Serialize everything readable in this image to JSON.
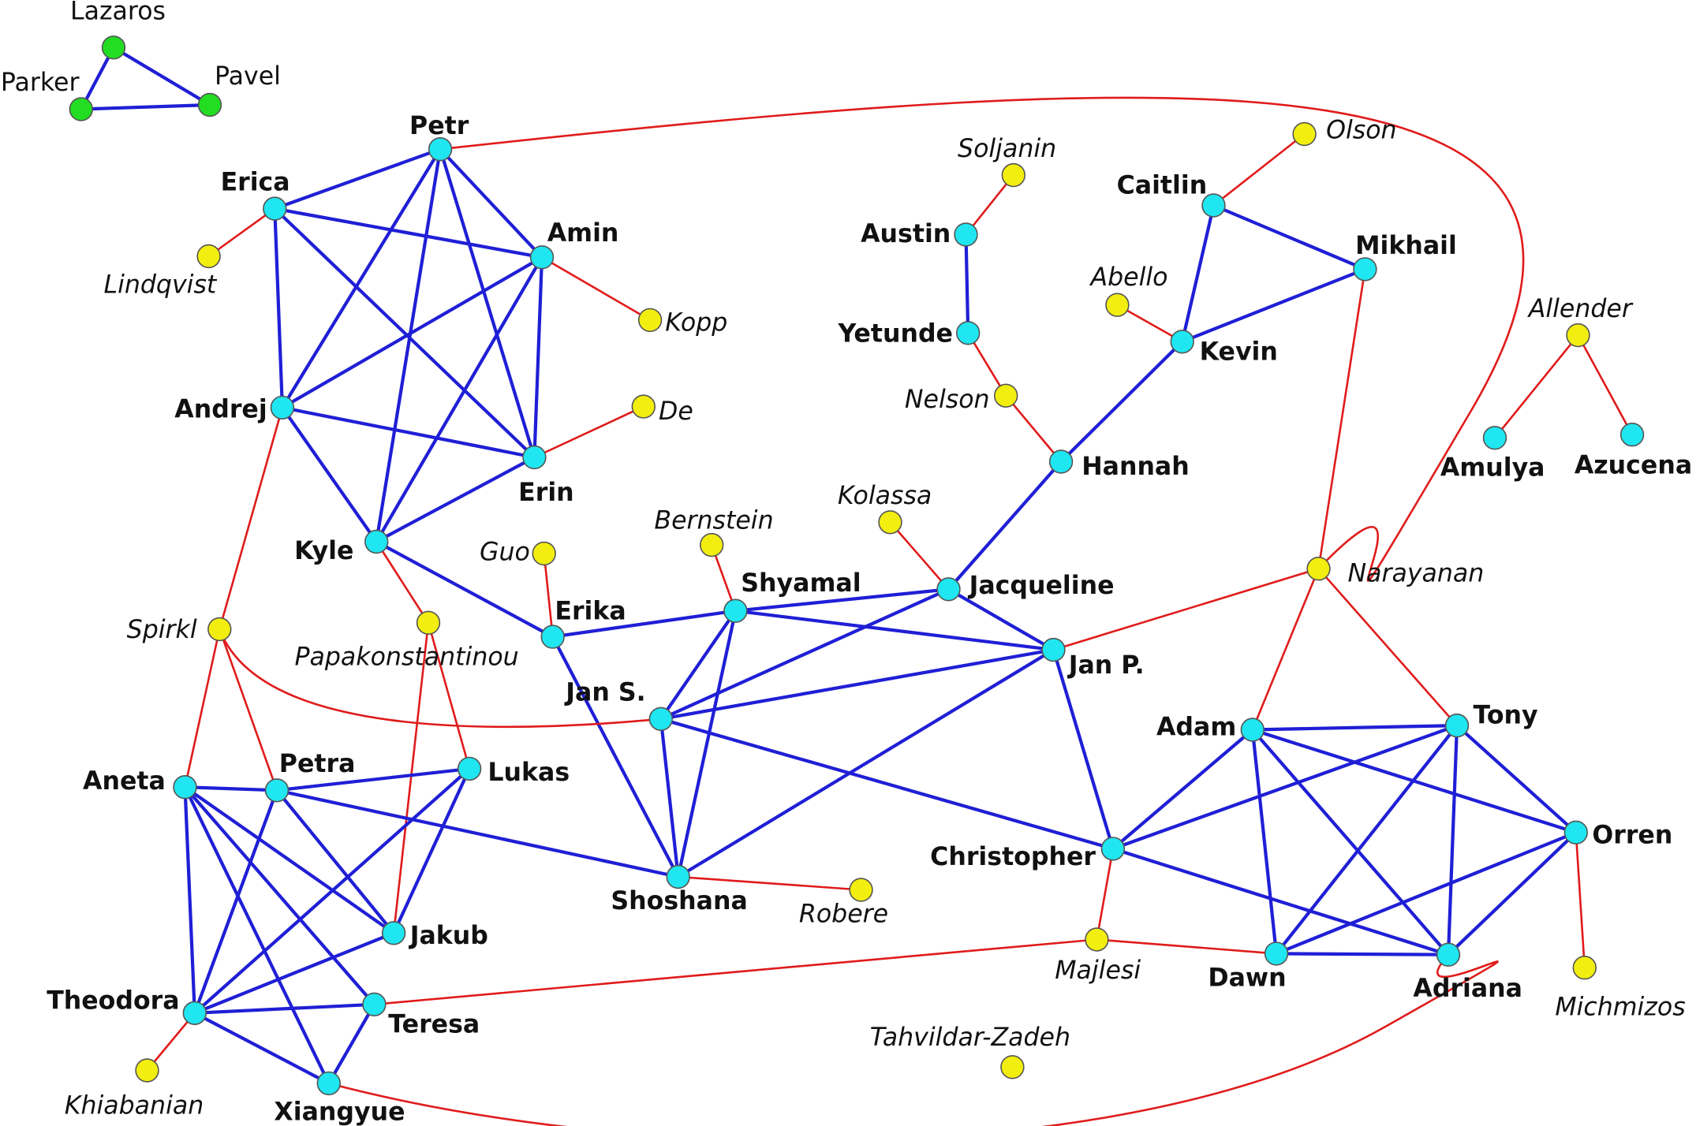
{
  "colors": {
    "blue_edge": "#1f1fd6",
    "red_edge": "#e01b1b",
    "cyan_node": "#1fe6f0",
    "yellow_node": "#f2ee0f",
    "green_node": "#22dd22",
    "node_stroke": "#555555"
  },
  "nodes": [
    {
      "id": "lazaros",
      "label": "Lazaros",
      "kind": "green"
    },
    {
      "id": "parker",
      "label": "Parker",
      "kind": "green"
    },
    {
      "id": "pavel",
      "label": "Pavel",
      "kind": "green"
    },
    {
      "id": "petr",
      "label": "Petr",
      "kind": "cyan"
    },
    {
      "id": "erica",
      "label": "Erica",
      "kind": "cyan"
    },
    {
      "id": "amin",
      "label": "Amin",
      "kind": "cyan"
    },
    {
      "id": "andrej",
      "label": "Andrej",
      "kind": "cyan"
    },
    {
      "id": "erin",
      "label": "Erin",
      "kind": "cyan"
    },
    {
      "id": "kyle",
      "label": "Kyle",
      "kind": "cyan"
    },
    {
      "id": "lindqvist",
      "label": "Lindqvist",
      "kind": "yellow"
    },
    {
      "id": "kopp",
      "label": "Kopp",
      "kind": "yellow"
    },
    {
      "id": "de",
      "label": "De",
      "kind": "yellow"
    },
    {
      "id": "spirkl",
      "label": "Spirkl",
      "kind": "yellow"
    },
    {
      "id": "papakonstantinou",
      "label": "Papakonstantinou",
      "kind": "yellow"
    },
    {
      "id": "guo",
      "label": "Guo",
      "kind": "yellow"
    },
    {
      "id": "erika",
      "label": "Erika",
      "kind": "cyan"
    },
    {
      "id": "bernstein",
      "label": "Bernstein",
      "kind": "yellow"
    },
    {
      "id": "shyamal",
      "label": "Shyamal",
      "kind": "cyan"
    },
    {
      "id": "kolassa",
      "label": "Kolassa",
      "kind": "yellow"
    },
    {
      "id": "jacqueline",
      "label": "Jacqueline",
      "kind": "cyan"
    },
    {
      "id": "jans",
      "label": "Jan S.",
      "kind": "cyan"
    },
    {
      "id": "janp",
      "label": "Jan P.",
      "kind": "cyan"
    },
    {
      "id": "shoshana",
      "label": "Shoshana",
      "kind": "cyan"
    },
    {
      "id": "robere",
      "label": "Robere",
      "kind": "yellow"
    },
    {
      "id": "soljanin",
      "label": "Soljanin",
      "kind": "yellow"
    },
    {
      "id": "austin",
      "label": "Austin",
      "kind": "cyan"
    },
    {
      "id": "yetunde",
      "label": "Yetunde",
      "kind": "cyan"
    },
    {
      "id": "nelson",
      "label": "Nelson",
      "kind": "yellow"
    },
    {
      "id": "hannah",
      "label": "Hannah",
      "kind": "cyan"
    },
    {
      "id": "olson",
      "label": "Olson",
      "kind": "yellow"
    },
    {
      "id": "caitlin",
      "label": "Caitlin",
      "kind": "cyan"
    },
    {
      "id": "abello",
      "label": "Abello",
      "kind": "yellow"
    },
    {
      "id": "kevin",
      "label": "Kevin",
      "kind": "cyan"
    },
    {
      "id": "mikhail",
      "label": "Mikhail",
      "kind": "cyan"
    },
    {
      "id": "allender",
      "label": "Allender",
      "kind": "yellow"
    },
    {
      "id": "amulya",
      "label": "Amulya",
      "kind": "cyan"
    },
    {
      "id": "azucena",
      "label": "Azucena",
      "kind": "cyan"
    },
    {
      "id": "narayanan",
      "label": "Narayanan",
      "kind": "yellow"
    },
    {
      "id": "adam",
      "label": "Adam",
      "kind": "cyan"
    },
    {
      "id": "tony",
      "label": "Tony",
      "kind": "cyan"
    },
    {
      "id": "orren",
      "label": "Orren",
      "kind": "cyan"
    },
    {
      "id": "christopher",
      "label": "Christopher",
      "kind": "cyan"
    },
    {
      "id": "majlesi",
      "label": "Majlesi",
      "kind": "yellow"
    },
    {
      "id": "dawn",
      "label": "Dawn",
      "kind": "cyan"
    },
    {
      "id": "adriana",
      "label": "Adriana",
      "kind": "cyan"
    },
    {
      "id": "michmizos",
      "label": "Michmizos",
      "kind": "yellow"
    },
    {
      "id": "tahvildar",
      "label": "Tahvildar-Zadeh",
      "kind": "yellow"
    },
    {
      "id": "aneta",
      "label": "Aneta",
      "kind": "cyan"
    },
    {
      "id": "petra",
      "label": "Petra",
      "kind": "cyan"
    },
    {
      "id": "lukas",
      "label": "Lukas",
      "kind": "cyan"
    },
    {
      "id": "jakub",
      "label": "Jakub",
      "kind": "cyan"
    },
    {
      "id": "theodora",
      "label": "Theodora",
      "kind": "cyan"
    },
    {
      "id": "teresa",
      "label": "Teresa",
      "kind": "cyan"
    },
    {
      "id": "xiangyue",
      "label": "Xiangyue",
      "kind": "cyan"
    },
    {
      "id": "khiabanian",
      "label": "Khiabanian",
      "kind": "yellow"
    }
  ],
  "edges": [
    {
      "from": "lazaros",
      "to": "parker",
      "color": "blue"
    },
    {
      "from": "lazaros",
      "to": "pavel",
      "color": "blue"
    },
    {
      "from": "parker",
      "to": "pavel",
      "color": "blue"
    },
    {
      "from": "petr",
      "to": "erica",
      "color": "blue"
    },
    {
      "from": "petr",
      "to": "amin",
      "color": "blue"
    },
    {
      "from": "petr",
      "to": "andrej",
      "color": "blue"
    },
    {
      "from": "petr",
      "to": "erin",
      "color": "blue"
    },
    {
      "from": "petr",
      "to": "kyle",
      "color": "blue"
    },
    {
      "from": "erica",
      "to": "amin",
      "color": "blue"
    },
    {
      "from": "erica",
      "to": "andrej",
      "color": "blue"
    },
    {
      "from": "erica",
      "to": "erin",
      "color": "blue"
    },
    {
      "from": "amin",
      "to": "andrej",
      "color": "blue"
    },
    {
      "from": "amin",
      "to": "erin",
      "color": "blue"
    },
    {
      "from": "amin",
      "to": "kyle",
      "color": "blue"
    },
    {
      "from": "andrej",
      "to": "erin",
      "color": "blue"
    },
    {
      "from": "andrej",
      "to": "kyle",
      "color": "blue"
    },
    {
      "from": "kyle",
      "to": "erin",
      "color": "blue"
    },
    {
      "from": "kyle",
      "to": "erika",
      "color": "blue"
    },
    {
      "from": "erica",
      "to": "lindqvist",
      "color": "red"
    },
    {
      "from": "amin",
      "to": "kopp",
      "color": "red"
    },
    {
      "from": "erin",
      "to": "de",
      "color": "red"
    },
    {
      "from": "andrej",
      "to": "spirkl",
      "color": "red"
    },
    {
      "from": "kyle",
      "to": "papakonstantinou",
      "color": "red"
    },
    {
      "from": "papakonstantinou",
      "to": "lukas",
      "color": "red"
    },
    {
      "from": "papakonstantinou",
      "to": "jakub",
      "color": "red"
    },
    {
      "from": "guo",
      "to": "erika",
      "color": "red"
    },
    {
      "from": "bernstein",
      "to": "shyamal",
      "color": "red"
    },
    {
      "from": "kolassa",
      "to": "jacqueline",
      "color": "red"
    },
    {
      "from": "shoshana",
      "to": "robere",
      "color": "red"
    },
    {
      "from": "soljanin",
      "to": "austin",
      "color": "red"
    },
    {
      "from": "yetunde",
      "to": "nelson",
      "color": "red"
    },
    {
      "from": "nelson",
      "to": "hannah",
      "color": "red"
    },
    {
      "from": "olson",
      "to": "caitlin",
      "color": "red"
    },
    {
      "from": "abello",
      "to": "kevin",
      "color": "red"
    },
    {
      "from": "allender",
      "to": "amulya",
      "color": "red"
    },
    {
      "from": "allender",
      "to": "azucena",
      "color": "red"
    },
    {
      "from": "mikhail",
      "to": "narayanan",
      "color": "red"
    },
    {
      "from": "narayanan",
      "to": "janp",
      "color": "red"
    },
    {
      "from": "narayanan",
      "to": "adam",
      "color": "red"
    },
    {
      "from": "narayanan",
      "to": "tony",
      "color": "red"
    },
    {
      "from": "orren",
      "to": "michmizos",
      "color": "red"
    },
    {
      "from": "christopher",
      "to": "majlesi",
      "color": "red"
    },
    {
      "from": "majlesi",
      "to": "dawn",
      "color": "red"
    },
    {
      "from": "spirkl",
      "to": "aneta",
      "color": "red"
    },
    {
      "from": "spirkl",
      "to": "petra",
      "color": "red"
    },
    {
      "from": "theodora",
      "to": "khiabanian",
      "color": "red"
    },
    {
      "from": "teresa",
      "to": "majlesi",
      "color": "red"
    },
    {
      "from": "erika",
      "to": "shyamal",
      "color": "blue"
    },
    {
      "from": "erika",
      "to": "shoshana",
      "color": "blue"
    },
    {
      "from": "shyamal",
      "to": "jacqueline",
      "color": "blue"
    },
    {
      "from": "shyamal",
      "to": "janp",
      "color": "blue"
    },
    {
      "from": "shyamal",
      "to": "jans",
      "color": "blue"
    },
    {
      "from": "shyamal",
      "to": "shoshana",
      "color": "blue"
    },
    {
      "from": "jacqueline",
      "to": "jans",
      "color": "blue"
    },
    {
      "from": "jacqueline",
      "to": "janp",
      "color": "blue"
    },
    {
      "from": "jacqueline",
      "to": "hannah",
      "color": "blue"
    },
    {
      "from": "jans",
      "to": "janp",
      "color": "blue"
    },
    {
      "from": "jans",
      "to": "shoshana",
      "color": "blue"
    },
    {
      "from": "jans",
      "to": "christopher",
      "color": "blue"
    },
    {
      "from": "janp",
      "to": "shoshana",
      "color": "blue"
    },
    {
      "from": "janp",
      "to": "christopher",
      "color": "blue"
    },
    {
      "from": "austin",
      "to": "yetunde",
      "color": "blue"
    },
    {
      "from": "hannah",
      "to": "kevin",
      "color": "blue"
    },
    {
      "from": "caitlin",
      "to": "kevin",
      "color": "blue"
    },
    {
      "from": "caitlin",
      "to": "mikhail",
      "color": "blue"
    },
    {
      "from": "kevin",
      "to": "mikhail",
      "color": "blue"
    },
    {
      "from": "adam",
      "to": "tony",
      "color": "blue"
    },
    {
      "from": "adam",
      "to": "orren",
      "color": "blue"
    },
    {
      "from": "adam",
      "to": "christopher",
      "color": "blue"
    },
    {
      "from": "adam",
      "to": "dawn",
      "color": "blue"
    },
    {
      "from": "adam",
      "to": "adriana",
      "color": "blue"
    },
    {
      "from": "tony",
      "to": "orren",
      "color": "blue"
    },
    {
      "from": "tony",
      "to": "christopher",
      "color": "blue"
    },
    {
      "from": "tony",
      "to": "dawn",
      "color": "blue"
    },
    {
      "from": "tony",
      "to": "adriana",
      "color": "blue"
    },
    {
      "from": "orren",
      "to": "dawn",
      "color": "blue"
    },
    {
      "from": "orren",
      "to": "adriana",
      "color": "blue"
    },
    {
      "from": "christopher",
      "to": "adriana",
      "color": "blue"
    },
    {
      "from": "dawn",
      "to": "adriana",
      "color": "blue"
    },
    {
      "from": "aneta",
      "to": "petra",
      "color": "blue"
    },
    {
      "from": "aneta",
      "to": "jakub",
      "color": "blue"
    },
    {
      "from": "aneta",
      "to": "theodora",
      "color": "blue"
    },
    {
      "from": "aneta",
      "to": "teresa",
      "color": "blue"
    },
    {
      "from": "aneta",
      "to": "xiangyue",
      "color": "blue"
    },
    {
      "from": "petra",
      "to": "lukas",
      "color": "blue"
    },
    {
      "from": "petra",
      "to": "jakub",
      "color": "blue"
    },
    {
      "from": "petra",
      "to": "theodora",
      "color": "blue"
    },
    {
      "from": "petra",
      "to": "shoshana",
      "color": "blue"
    },
    {
      "from": "lukas",
      "to": "jakub",
      "color": "blue"
    },
    {
      "from": "lukas",
      "to": "theodora",
      "color": "blue"
    },
    {
      "from": "jakub",
      "to": "theodora",
      "color": "blue"
    },
    {
      "from": "theodora",
      "to": "teresa",
      "color": "blue"
    },
    {
      "from": "theodora",
      "to": "xiangyue",
      "color": "blue"
    },
    {
      "from": "teresa",
      "to": "xiangyue",
      "color": "blue"
    }
  ],
  "curves": [
    {
      "id": "petr-narayanan",
      "from": "petr",
      "to": "narayanan",
      "color": "red"
    },
    {
      "id": "spirkl-jans",
      "from": "spirkl",
      "to": "jans",
      "color": "red"
    },
    {
      "id": "xiangyue-adriana",
      "from": "xiangyue",
      "to": "adriana",
      "color": "red"
    }
  ]
}
